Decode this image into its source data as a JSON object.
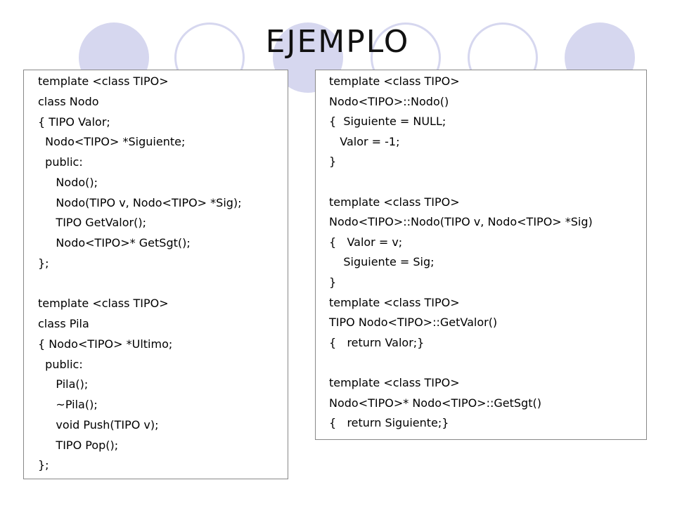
{
  "slide": {
    "title": "EJEMPLO"
  },
  "left_code": [
    "template <class TIPO>",
    "class Nodo",
    "{ TIPO Valor;",
    "  Nodo<TIPO> *Siguiente;",
    "  public:",
    "     Nodo();",
    "     Nodo(TIPO v, Nodo<TIPO> *Sig);",
    "     TIPO GetValor();",
    "     Nodo<TIPO>* GetSgt();",
    "};",
    "",
    "template <class TIPO>",
    "class Pila",
    "{ Nodo<TIPO> *Ultimo;",
    "  public:",
    "     Pila();",
    "     ~Pila();",
    "     void Push(TIPO v);",
    "     TIPO Pop();",
    "};"
  ],
  "right_code": [
    "template <class TIPO>",
    "Nodo<TIPO>::Nodo()",
    "{  Siguiente = NULL;",
    "   Valor = -1;",
    "}",
    "",
    "template <class TIPO>",
    "Nodo<TIPO>::Nodo(TIPO v, Nodo<TIPO> *Sig)",
    "{   Valor = v;",
    "    Siguiente = Sig;",
    "}",
    "template <class TIPO>",
    "TIPO Nodo<TIPO>::GetValor()",
    "{   return Valor;}",
    "",
    "template <class TIPO>",
    "Nodo<TIPO>* Nodo<TIPO>::GetSgt()",
    "{   return Siguiente;}"
  ],
  "colors": {
    "circle": "#d6d7ef",
    "text": "#000000",
    "border": "#888888"
  }
}
